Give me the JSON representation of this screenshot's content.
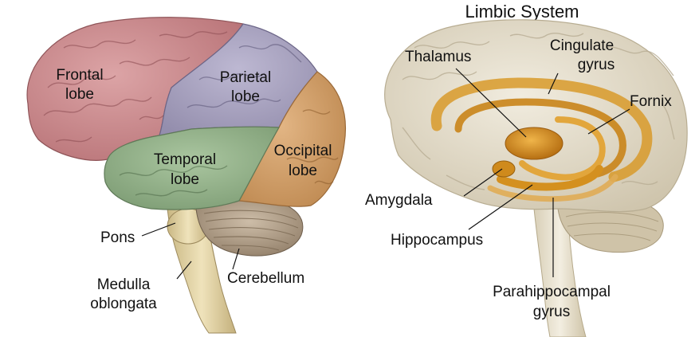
{
  "left_diagram": {
    "labels": {
      "frontal_1": "Frontal",
      "frontal_2": "lobe",
      "parietal_1": "Parietal",
      "parietal_2": "lobe",
      "temporal_1": "Temporal",
      "temporal_2": "lobe",
      "occipital_1": "Occipital",
      "occipital_2": "lobe",
      "pons": "Pons",
      "cerebellum": "Cerebellum",
      "medulla_1": "Medulla",
      "medulla_2": "oblongata"
    },
    "colors": {
      "frontal": "#c98b8f",
      "parietal": "#a9a3c0",
      "temporal": "#93b08a",
      "occipital": "#d3a06a",
      "brainstem": "#e0cfa0",
      "cerebellum": "#b8a58e"
    }
  },
  "right_diagram": {
    "title": "Limbic System",
    "labels": {
      "thalamus": "Thalamus",
      "cingulate_1": "Cingulate",
      "cingulate_2": "gyrus",
      "fornix": "Fornix",
      "amygdala": "Amygdala",
      "hippocampus": "Hippocampus",
      "parahippocampal_1": "Parahippocampal",
      "parahippocampal_2": "gyrus"
    },
    "colors": {
      "brain": "#e8e1cf",
      "limbic": "#d89a2a",
      "limbic_dark": "#b8741a"
    }
  }
}
